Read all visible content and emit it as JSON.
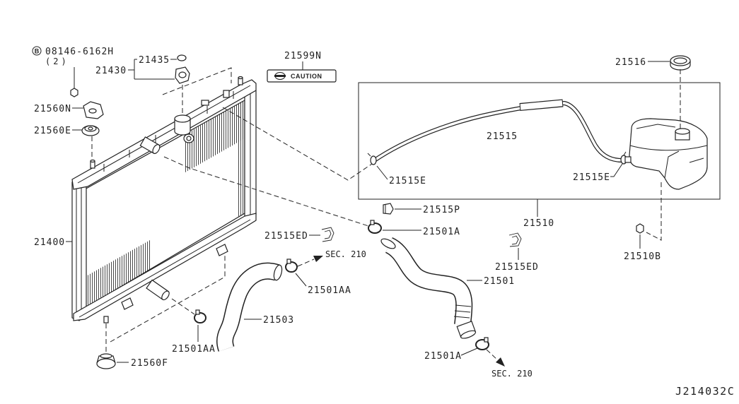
{
  "diagram_code": "J214032C",
  "bolt_marker": "B",
  "caution_label": "CAUTION",
  "callouts": {
    "c08146": "08146-6162H",
    "c08146_qty": "(2)",
    "c21435": "21435",
    "c21430": "21430",
    "c21599n": "21599N",
    "c21516": "21516",
    "c21560n": "21560N",
    "c21560e": "21560E",
    "c21515": "21515",
    "c21515e_left": "21515E",
    "c21515e_right": "21515E",
    "c21515p": "21515P",
    "c21510": "21510",
    "c21400": "21400",
    "c21515ed_left": "21515ED",
    "c21501a_upper": "21501A",
    "c21515ed_right": "21515ED",
    "c21510b": "21510B",
    "c21501aa_upper": "21501AA",
    "c21501": "21501",
    "c21503": "21503",
    "c21501aa_lower": "21501AA",
    "c21501a_lower": "21501A",
    "c21560f": "21560F"
  },
  "section_refs": [
    "SEC. 210",
    "SEC. 210"
  ],
  "colors": {
    "ink": "#222222",
    "paper": "#ffffff"
  }
}
